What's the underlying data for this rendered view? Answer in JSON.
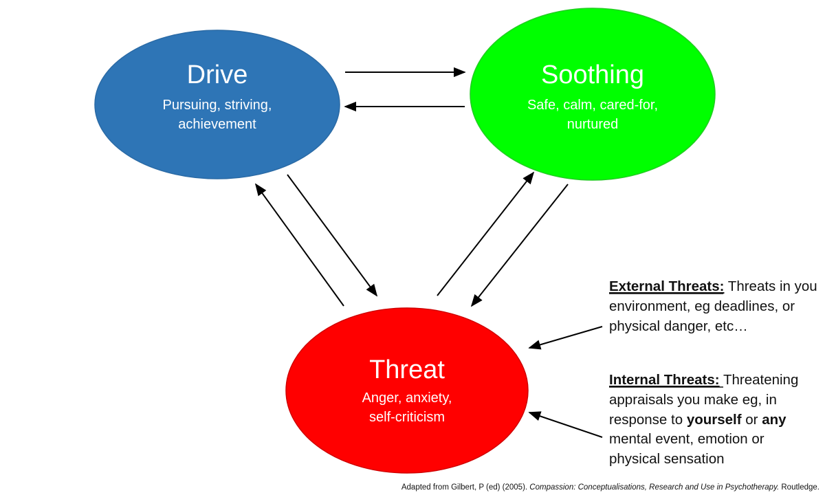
{
  "nodes": {
    "drive": {
      "title": "Drive",
      "line1": "Pursuing, striving,",
      "line2": "achievement",
      "color": "#2e75b6"
    },
    "soothing": {
      "title": "Soothing",
      "line1": "Safe, calm, cared-for,",
      "line2": "nurtured",
      "color": "#00ff00"
    },
    "threat": {
      "title": "Threat",
      "line1": "Anger, anxiety,",
      "line2": "self-criticism",
      "color": "#ff0000"
    }
  },
  "external": {
    "heading": "External Threats:",
    "line1_rest": " Threats in you",
    "line2": "environment, eg deadlines, or",
    "line3": "physical danger, etc…"
  },
  "internal": {
    "heading": "Internal Threats:",
    "line1_rest": " Threatening",
    "line2": "appraisals you make eg,  in",
    "line3_a": "response to ",
    "line3_b": "yourself",
    "line3_c": " or ",
    "line3_d": "any",
    "line4": "mental event, emotion or",
    "line5": "physical sensation"
  },
  "citation": {
    "prefix": "Adapted from Gilbert, P (ed) (2005). ",
    "italic": "Compassion: Conceptualisations, Research and Use in Psychotherapy.",
    "suffix": " Routledge."
  }
}
